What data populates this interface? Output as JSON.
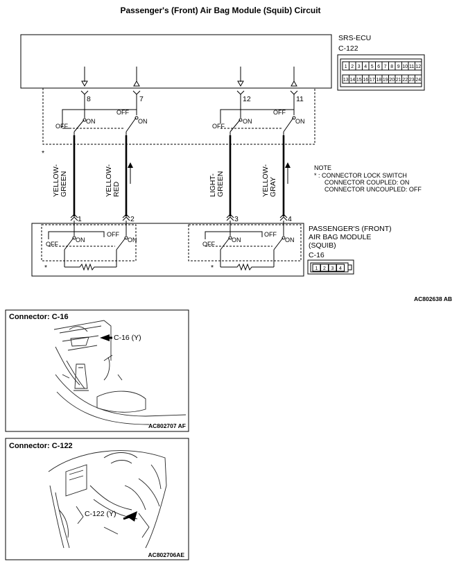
{
  "title": "Passenger's (Front) Air Bag Module (Squib) Circuit",
  "ecu": {
    "name": "SRS-ECU",
    "connector": "C-122",
    "pins_top": [
      "1",
      "2",
      "3",
      "4",
      "5",
      "6",
      "7",
      "8",
      "9",
      "10",
      "11",
      "12"
    ],
    "pins_bottom": [
      "13",
      "14",
      "15",
      "16",
      "17",
      "18",
      "19",
      "20",
      "21",
      "22",
      "23",
      "24"
    ]
  },
  "ecu_terminals": [
    "8",
    "7",
    "12",
    "11"
  ],
  "switch_labels": {
    "off": "OFF",
    "on": "ON"
  },
  "star": "*",
  "wires": [
    {
      "color_line1": "YELLOW-",
      "color_line2": "GREEN",
      "pin": "1"
    },
    {
      "color_line1": "YELLOW-",
      "color_line2": "RED",
      "pin": "2"
    },
    {
      "color_line1": "LIGHT-",
      "color_line2": "GREEN",
      "pin": "3"
    },
    {
      "color_line1": "YELLOW-",
      "color_line2": "GRAY",
      "pin": "4"
    }
  ],
  "note": {
    "heading": "NOTE",
    "line1": "* : CONNECTOR LOCK SWITCH",
    "line2": "CONNECTOR COUPLED: ON",
    "line3": "CONNECTOR UNCOUPLED: OFF"
  },
  "module": {
    "line1": "PASSENGER'S (FRONT)",
    "line2": "AIR BAG MODULE",
    "line3": "(SQUIB)",
    "connector": "C-16",
    "pins": [
      "1",
      "2",
      "3",
      "4"
    ]
  },
  "diagram_code": "AC802638 AB",
  "panel1": {
    "title": "Connector: C-16",
    "callout": "C-16 (Y)",
    "code": "AC802707 AF"
  },
  "panel2": {
    "title": "Connector: C-122",
    "callout": "C-122 (Y)",
    "code": "AC802706AE"
  }
}
